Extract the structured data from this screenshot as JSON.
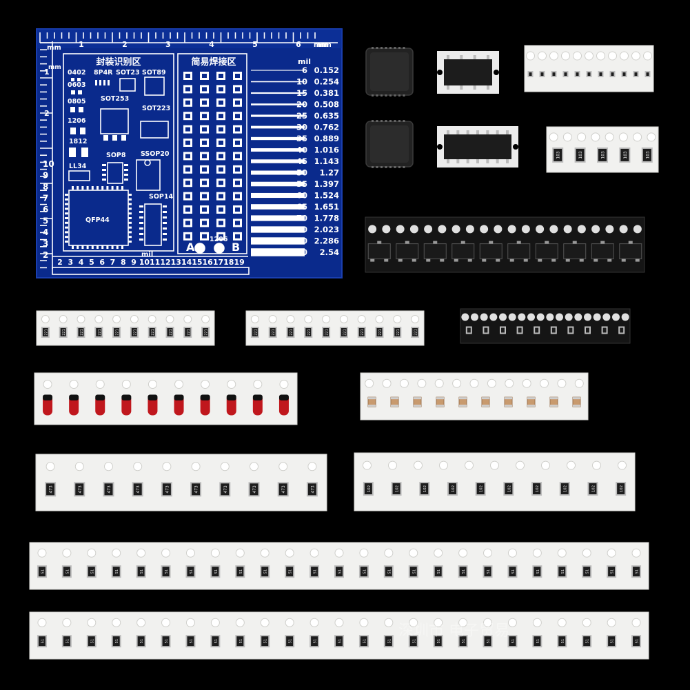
{
  "board": {
    "title_left": "封装识别区",
    "title_right": "简易焊接区",
    "unit_mm": "mm",
    "unit_mil": "mil",
    "mm_ticks": [
      "1",
      "2",
      "3",
      "4",
      "5",
      "6"
    ],
    "left_ticks": [
      "1",
      "2"
    ],
    "left_scale": [
      "10",
      "9",
      "8",
      "7",
      "6",
      "5",
      "4",
      "3",
      "2"
    ],
    "bottom_scale": [
      "2",
      "3",
      "4",
      "5",
      "6",
      "7",
      "8",
      "9",
      "10",
      "11",
      "12",
      "13",
      "14",
      "15",
      "16",
      "17",
      "18",
      "19"
    ],
    "package_labels": [
      "0402",
      "8P4R",
      "SOT23",
      "SOT89",
      "0603",
      "0805",
      "SOT253",
      "SOT223",
      "1206",
      "1812",
      "SOP8",
      "SSOP20",
      "LL34",
      "SOP14",
      "QFP44",
      "1206",
      "A",
      "B"
    ],
    "mil_values": [
      "6",
      "10",
      "15",
      "20",
      "25",
      "30",
      "35",
      "40",
      "45",
      "50",
      "55",
      "60",
      "65",
      "70",
      "80",
      "90",
      "100"
    ],
    "mm_values": [
      "0.152",
      "0.254",
      "0.381",
      "0.508",
      "0.635",
      "0.762",
      "0.889",
      "1.016",
      "1.143",
      "1.27",
      "1.397",
      "1.524",
      "1.651",
      "1.778",
      "2.023",
      "2.286",
      "2.54"
    ]
  },
  "reel_codes": {
    "resistor_221": "221",
    "resistor_102": "102",
    "resistor_473": "473",
    "resistor_51": "51",
    "array_103": "103"
  },
  "watermark": "深圳市  电子贸易",
  "colors": {
    "background": "#000000",
    "pcb_blue": "#0a2a8c",
    "silkscreen": "#ffffff",
    "tape_white": "#f1f1ef",
    "chip_black": "#1c1c1c",
    "diode_red": "#c0171d"
  }
}
